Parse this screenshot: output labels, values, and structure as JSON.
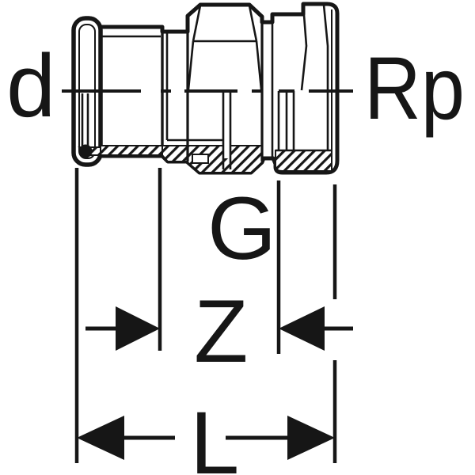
{
  "diagram": {
    "kind": "technical-drawing",
    "subject": "press fitting adapter with union nut, half-section view",
    "labels": {
      "d": "d",
      "rp": "Rp",
      "g": "G",
      "z": "Z",
      "l": "L"
    },
    "colors": {
      "line": "#161616",
      "background": "#ffffff"
    }
  }
}
